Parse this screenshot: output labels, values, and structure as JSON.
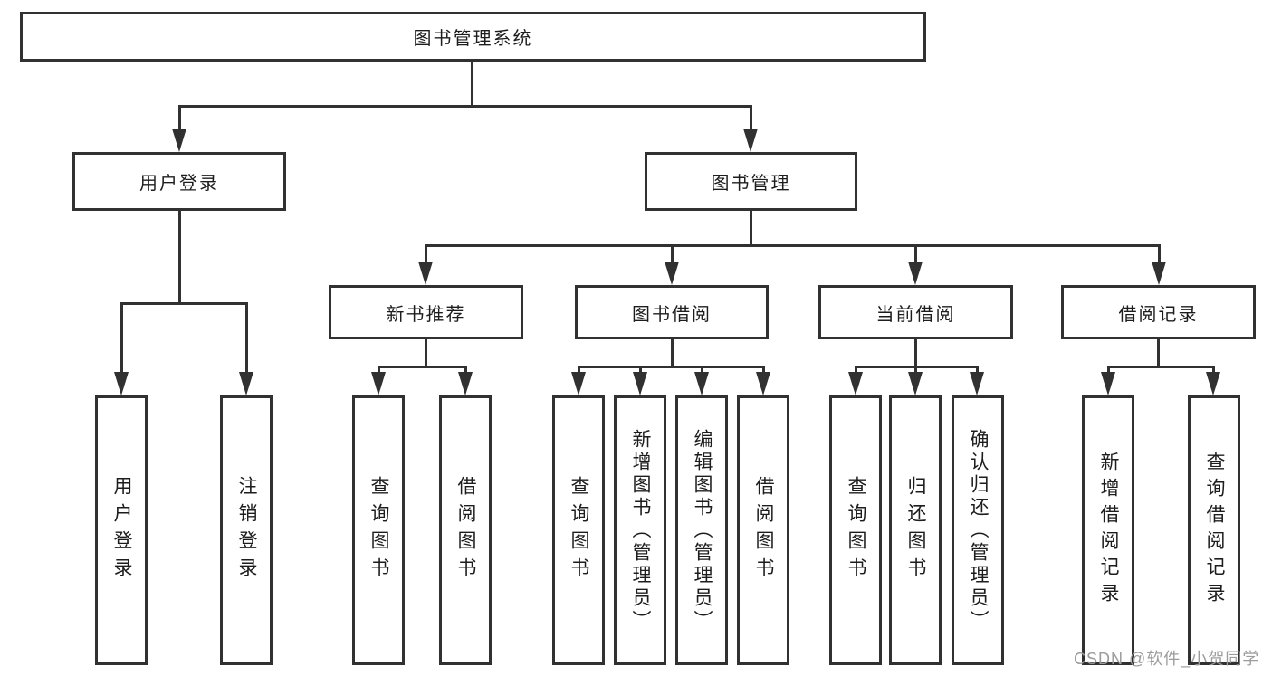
{
  "diagram": {
    "title": "图书管理系统",
    "root": {
      "label": "图书管理系统"
    },
    "level1": [
      {
        "label": "用户登录"
      },
      {
        "label": "图书管理"
      }
    ],
    "level2": [
      {
        "label": "新书推荐"
      },
      {
        "label": "图书借阅"
      },
      {
        "label": "当前借阅"
      },
      {
        "label": "借阅记录"
      }
    ],
    "leaves": [
      {
        "label": "用户登录"
      },
      {
        "label": "注销登录"
      },
      {
        "label": "查询图书"
      },
      {
        "label": "借阅图书"
      },
      {
        "label": "查询图书"
      },
      {
        "label": "新增图书（管理员）"
      },
      {
        "label": "编辑图书（管理员）"
      },
      {
        "label": "借阅图书"
      },
      {
        "label": "查询图书"
      },
      {
        "label": "归还图书"
      },
      {
        "label": "确认归还（管理员）"
      },
      {
        "label": "新增借阅记录"
      },
      {
        "label": "查询借阅记录"
      }
    ],
    "watermark": "CSDN @软件_小贺同学",
    "colors": {
      "line": "#313131",
      "text": "#1d1d1d",
      "watermark": "#9c9c9c",
      "background": "#ffffff"
    }
  }
}
